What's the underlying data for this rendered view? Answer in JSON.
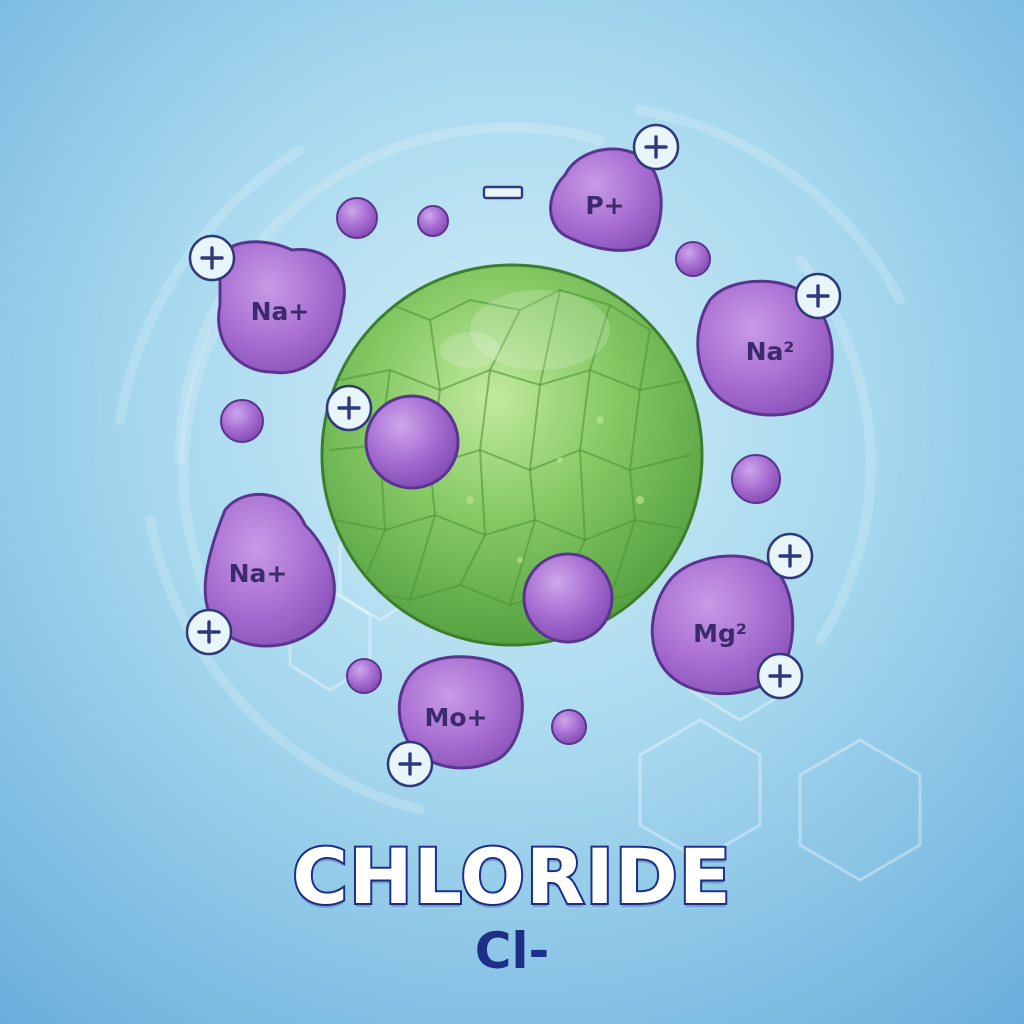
{
  "title": "CHLORIDE",
  "subtitle": "Cl-",
  "ions": [
    {
      "label": "Na+",
      "charge": "+"
    },
    {
      "label": "P+",
      "charge": "+"
    },
    {
      "label": "Na²",
      "charge": "+"
    },
    {
      "label": "Na+",
      "charge": "+"
    },
    {
      "label": "Mg²",
      "charge": "+"
    },
    {
      "label": "Mo+",
      "charge": "+"
    }
  ],
  "colors": {
    "background_top": "#d2eef8",
    "background_bottom": "#6aaedc",
    "chloride_sphere": "#7cc35a",
    "ion_fill": "#a66bd0",
    "ion_outline": "#5a3590",
    "title_outline": "#1d2f86"
  }
}
